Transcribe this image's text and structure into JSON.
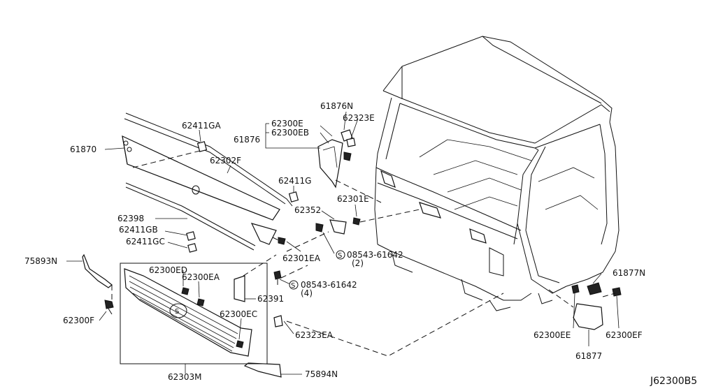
{
  "diagram_id": "J62300B5",
  "callouts": {
    "c61870": "61870",
    "c62411GA": "62411GA",
    "c62302F": "62302F",
    "c62411G": "62411G",
    "c62398": "62398",
    "c62411GB": "62411GB",
    "c62411GC": "62411GC",
    "c75893N": "75893N",
    "c62300F": "62300F",
    "c62300ED": "62300ED",
    "c62300EA": "62300EA",
    "c62300EC": "62300EC",
    "c62303M": "62303M",
    "c75894N": "75894N",
    "c62323EA": "62323EA",
    "c62391": "62391",
    "c62301EA": "62301EA",
    "c62352": "62352",
    "c62301E": "62301E",
    "c62300E": "62300E",
    "c62300EB": "62300EB",
    "c61876": "61876",
    "c61876N": "61876N",
    "c62323E": "62323E",
    "c61877N": "61877N",
    "c62300EE": "62300EE",
    "c62300EF": "62300EF",
    "c61877": "61877"
  },
  "screws": {
    "upper": {
      "part": "08543-61642",
      "qty": "(2)",
      "symbol": "S"
    },
    "lower": {
      "part": "08543-61642",
      "qty": "(4)",
      "symbol": "S"
    }
  }
}
